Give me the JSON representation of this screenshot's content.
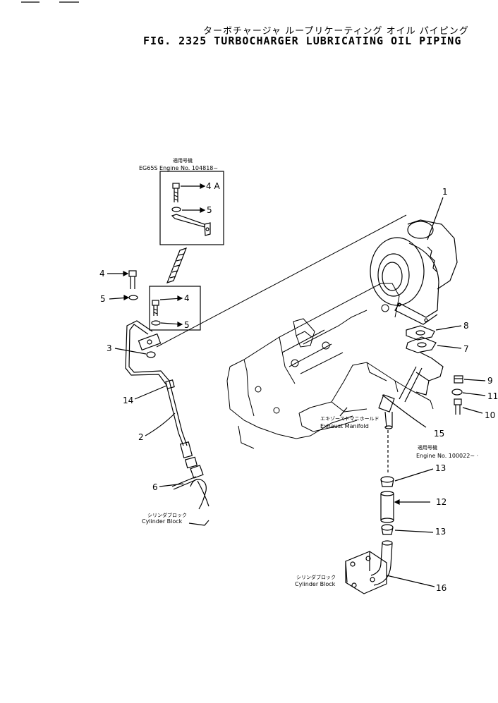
{
  "header": {
    "title_jp": "ターボチャージャ ループリケーティング オイル パイピング",
    "fig_label": "FIG. 2325",
    "title_en": "TURBOCHARGER LUBRICATING OIL PIPING"
  },
  "notes": {
    "top_jp": "適用号機",
    "top_en": "EG65S Engine No. 104818~",
    "mid_jp": "適用号機",
    "mid_en": "Engine No. 100022~ ·"
  },
  "labels": {
    "exhaust_jp": "エキゾーストマニホールド",
    "exhaust_en": "Exhaust Manifold",
    "cyl_left_jp": "シリンダブロック",
    "cyl_left_en": "Cylinder Block",
    "cyl_bottom_jp": "シリンダブロック",
    "cyl_bottom_en": "Cylinder Block"
  },
  "callouts": {
    "c1": "1",
    "c2": "2",
    "c3": "3",
    "c4a": "4 A",
    "c4": "4",
    "c4b": "4",
    "c5": "5",
    "c5b": "5",
    "c5c": "5",
    "c6": "6",
    "c7": "7",
    "c8": "8",
    "c9": "9",
    "c10": "10",
    "c11": "11",
    "c12": "12",
    "c13": "13",
    "c13b": "13",
    "c14": "14",
    "c15": "15",
    "c16": "16"
  }
}
